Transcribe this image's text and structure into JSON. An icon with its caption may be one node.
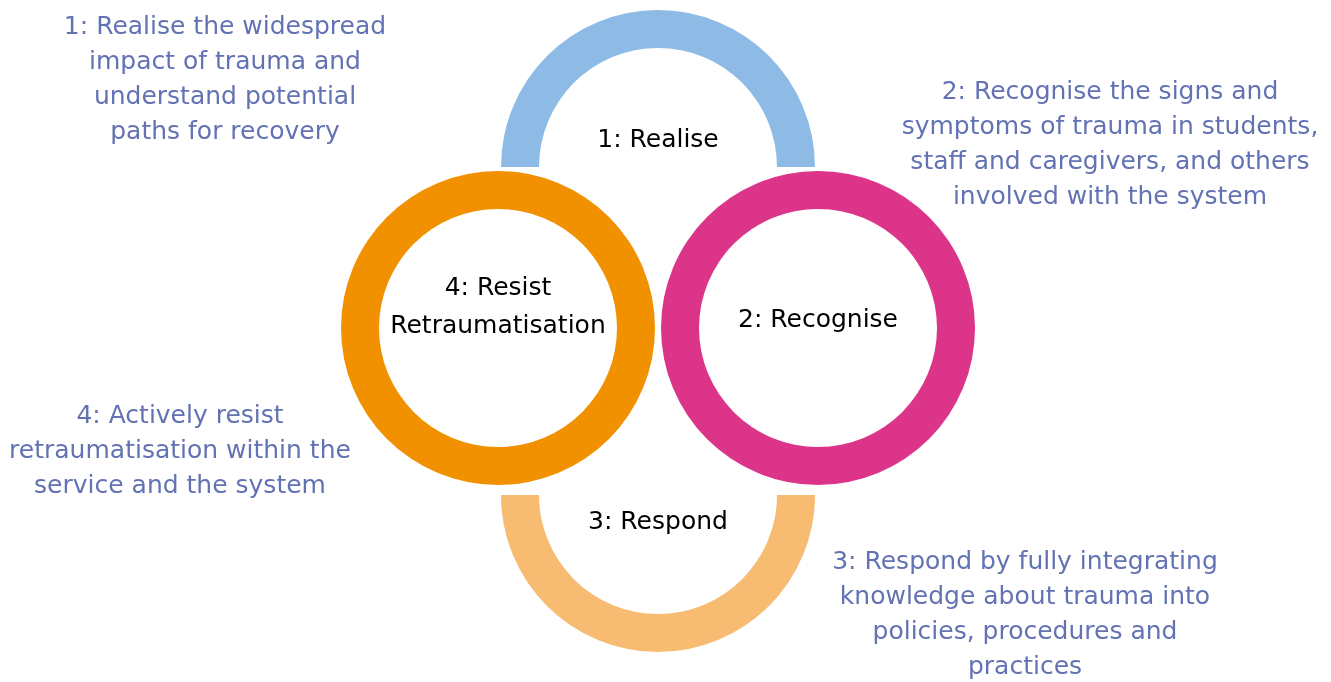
{
  "diagram": {
    "nodes": [
      {
        "text": [
          "1: Realise"
        ]
      },
      {
        "text": [
          "4: Resist Retraumatisation"
        ]
      },
      {
        "text": [
          "2: Recognise"
        ]
      },
      {
        "text": [
          "3: Respond"
        ]
      }
    ],
    "labels": [
      "1: Realise the widespread impact of trauma and understand potential paths for recovery",
      "2: Recognise the signs and symptoms of trauma in students, staff and caregivers, and others involved with the system",
      "4: Actively resist retraumatisation within the service and the system",
      "3: Respond by fully integrating knowledge about trauma into policies, procedures and practices"
    ]
  }
}
